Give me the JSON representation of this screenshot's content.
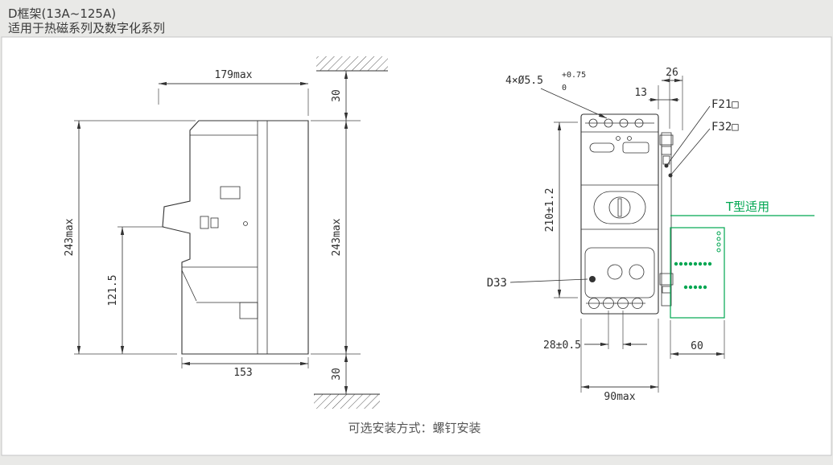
{
  "header": {
    "title": "D框架(13A~125A)",
    "subtitle": "适用于热磁系列及数字化系列"
  },
  "caption": "可选安装方式：螺钉安装",
  "side_view": {
    "dim_depth_top": "179max",
    "dim_height": "243max",
    "dim_handle_height": "121.5",
    "dim_depth_bottom": "153",
    "dim_clearance": "30"
  },
  "front_view": {
    "holes_label": "4×Ø5.5",
    "holes_tol_upper": "+0.75",
    "holes_tol_lower": "0",
    "dim_rail_offset": "13",
    "dim_rail_width": "26",
    "accessory_f21": "F21□",
    "accessory_f32": "F32□",
    "t_type_label": "T型适用",
    "dim_hole_spacing": "210±1.2",
    "label_d33": "D33",
    "dim_terminal_pitch": "28±0.5",
    "dim_t_width": "60",
    "dim_width": "90max"
  },
  "colors": {
    "line": "#333333",
    "accent_green": "#00a651",
    "background": "#e9e9e7",
    "panel": "#ffffff"
  }
}
